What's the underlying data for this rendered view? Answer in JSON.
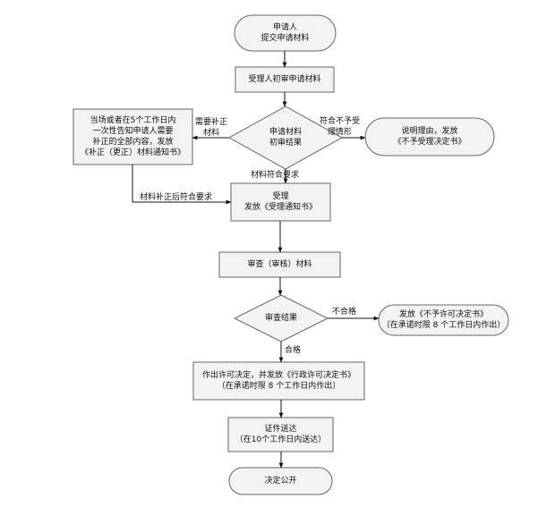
{
  "nodes": {
    "start": {
      "lines": [
        "申请人",
        "提交申请材料"
      ]
    },
    "initial_review": {
      "text": "受理人初审申请材料"
    },
    "decision_initial": {
      "lines": [
        "申请材料",
        "初审结果"
      ]
    },
    "supplement_notice": {
      "lines": [
        "当场或者在5个工作日内",
        "一次性告知申请人需要",
        "补正的全部内容，发放",
        "《补正（更正）材料通知书》"
      ]
    },
    "reject": {
      "lines": [
        "说明理由，发放",
        "《不予受理决定书》"
      ]
    },
    "accept": {
      "lines": [
        "受理",
        "发放《受理通知书》"
      ]
    },
    "review": {
      "text": "审查（审核）材料"
    },
    "decision_review": {
      "text": "审查结果"
    },
    "deny_permit": {
      "lines": [
        "发放《不予许可决定书》",
        "（在承诺时限 8 个工作日内作出）"
      ]
    },
    "grant_permit": {
      "lines": [
        "作出许可决定，并发放《行政许可决定书》",
        "（在承诺时限  8 个工作日内作出）"
      ]
    },
    "deliver_cert": {
      "lines": [
        "证件送达",
        "（在10个工作日内送达）"
      ]
    },
    "publish": {
      "text": "决定公开"
    }
  },
  "edge_labels": {
    "need_supplement": [
      "需要补正",
      "材料"
    ],
    "not_accepted": [
      "符合不予受",
      "理情形"
    ],
    "materials_ok": "材料符合要求",
    "supplement_ok": "材料补正后符合要求",
    "not_qualified": "不合格",
    "qualified": "合格"
  }
}
